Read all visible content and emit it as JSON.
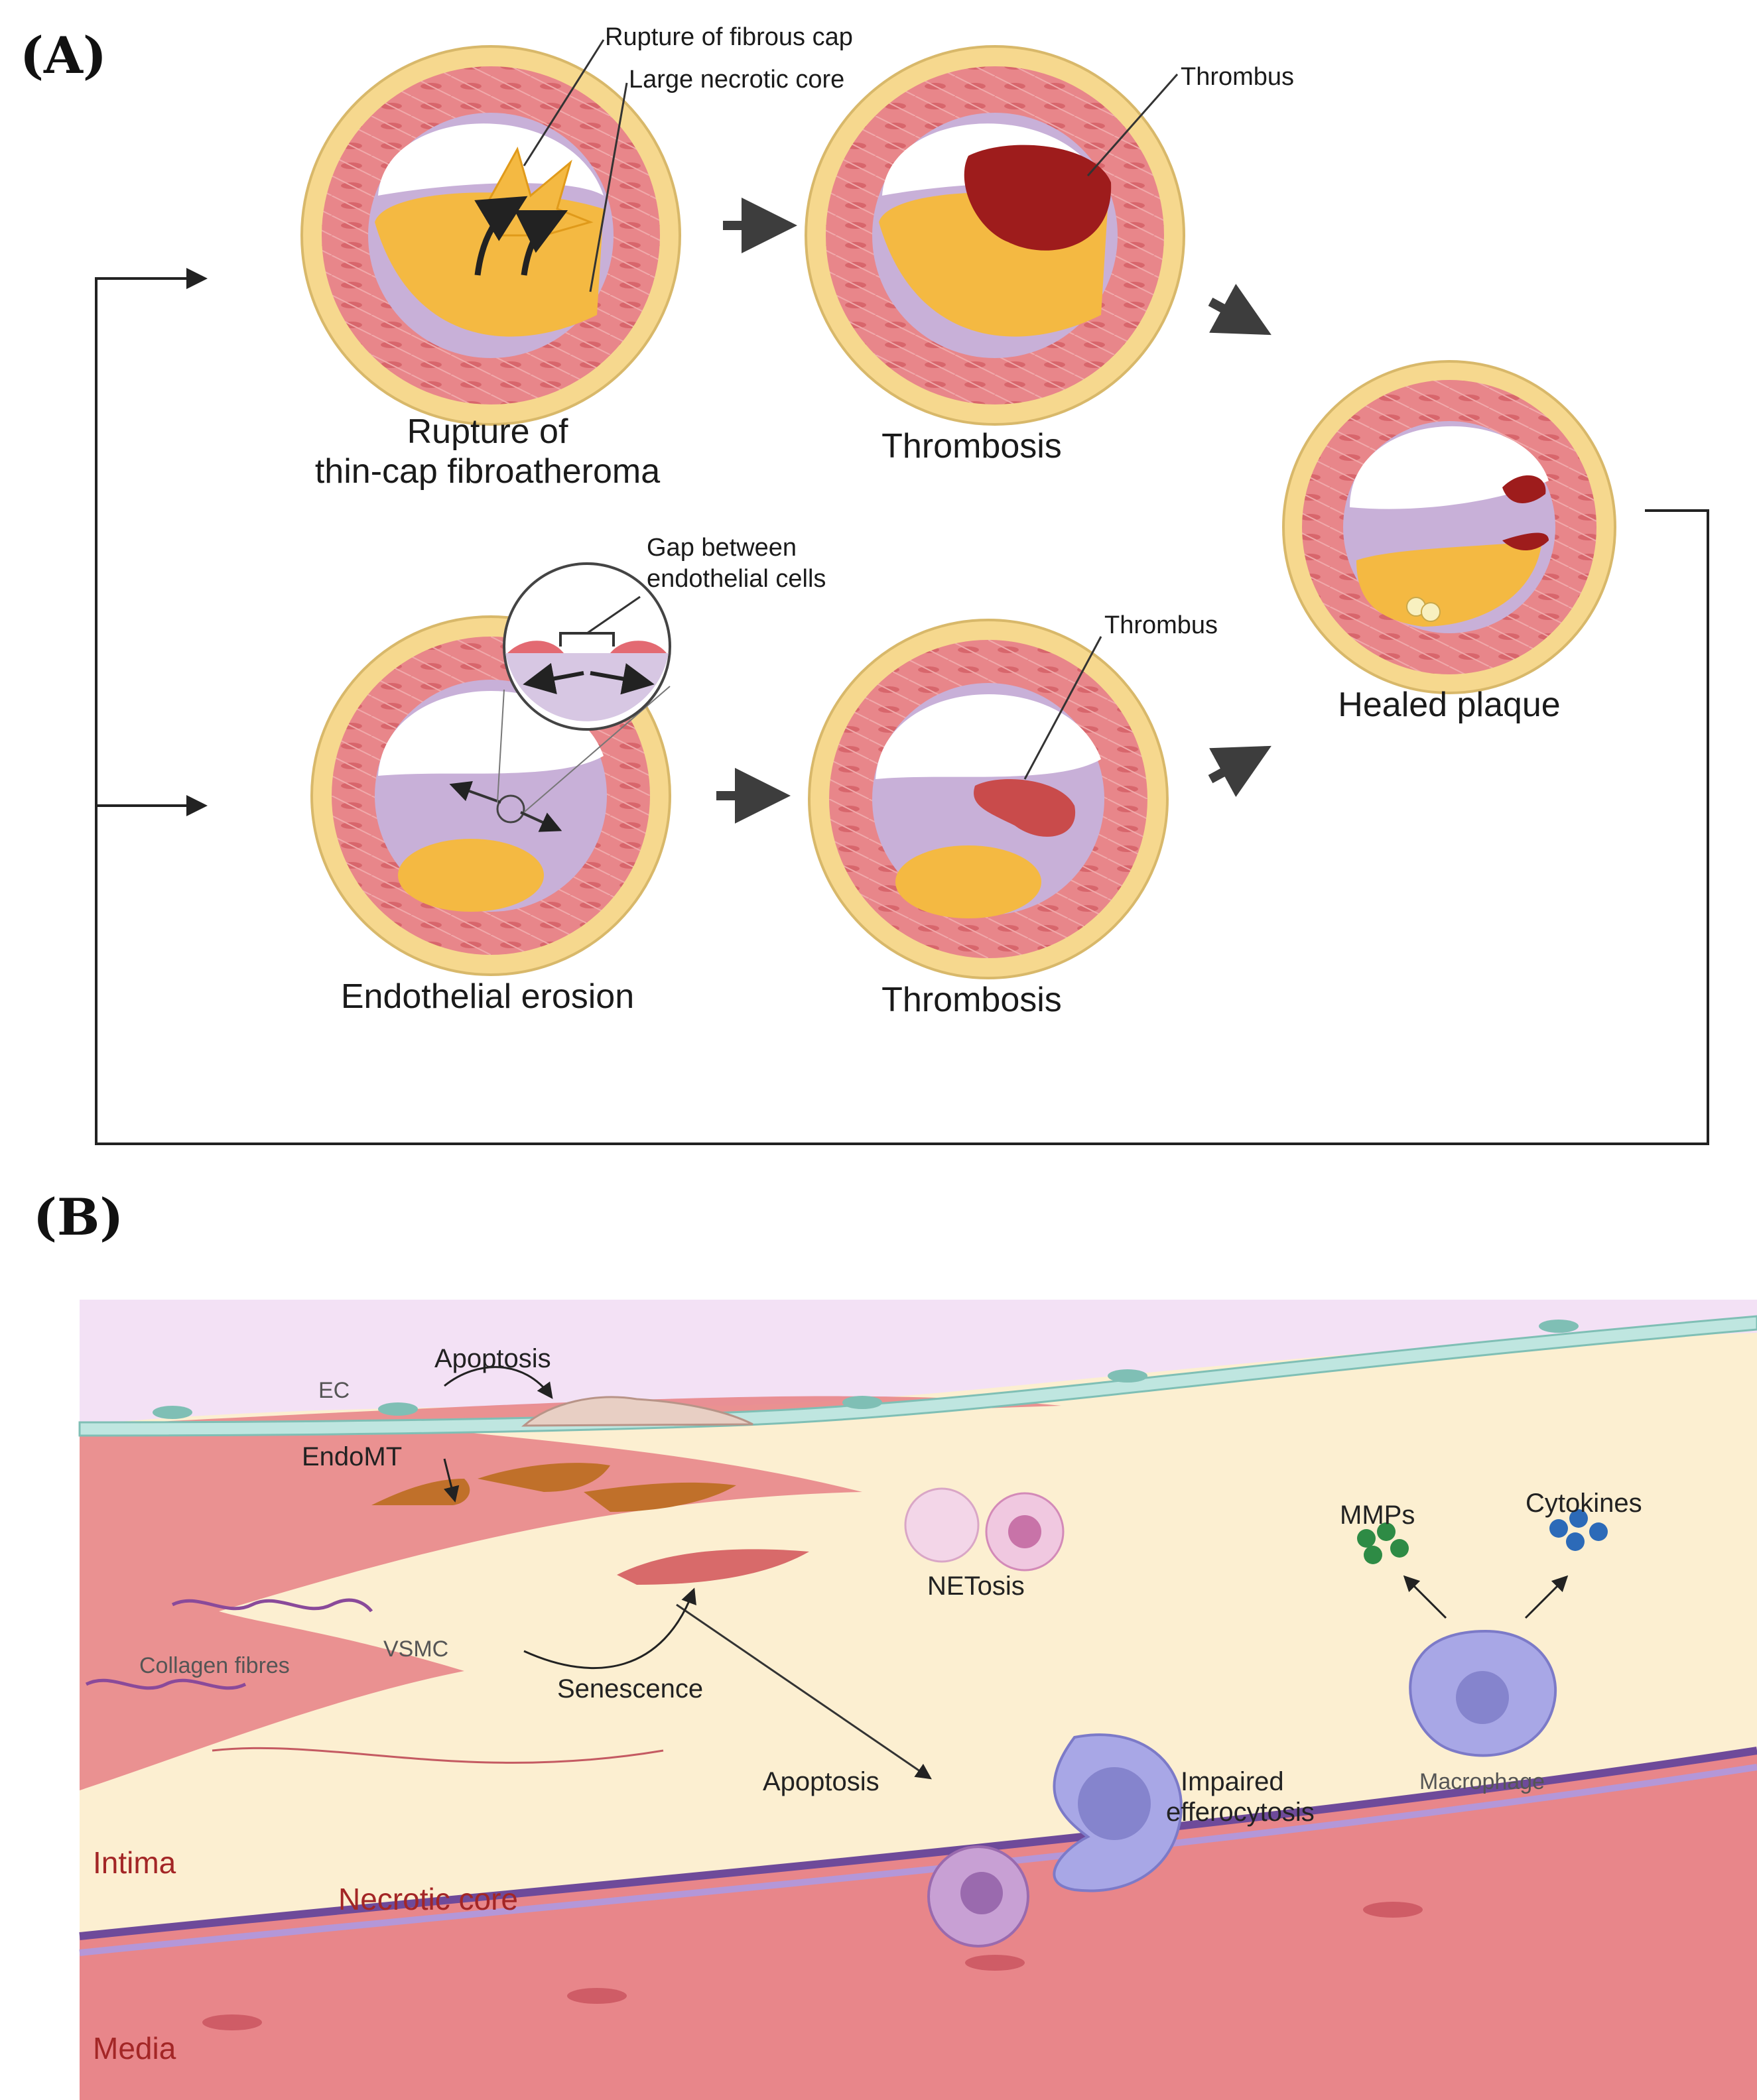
{
  "panel_a": {
    "label": "(A)",
    "rupture": {
      "caption_line1": "Rupture of",
      "caption_line2": "thin-cap fibroatheroma",
      "annotation_cap": "Rupture of fibrous cap",
      "annotation_core": "Large necrotic core"
    },
    "thrombosis_top": {
      "caption": "Thrombosis",
      "annotation": "Thrombus"
    },
    "erosion": {
      "caption": "Endothelial erosion",
      "annotation_line1": "Gap between",
      "annotation_line2": "endothelial cells"
    },
    "thrombosis_bottom": {
      "caption": "Thrombosis",
      "annotation": "Thrombus"
    },
    "healed": {
      "caption": "Healed plaque"
    }
  },
  "panel_b": {
    "label": "(B)",
    "labels": {
      "ec": "EC",
      "apoptosis_top": "Apoptosis",
      "endomt": "EndoMT",
      "collagen": "Collagen fibres",
      "vsmc": "VSMC",
      "senescence": "Senescence",
      "netosis": "NETosis",
      "mmps": "MMPs",
      "cytokines": "Cytokines",
      "apoptosis_mid": "Apoptosis",
      "impaired_line1": "Impaired",
      "impaired_line2": "efferocytosis",
      "macrophage": "Macrophage",
      "intima": "Intima",
      "necrotic_core": "Necrotic core",
      "media": "Media"
    }
  },
  "colors": {
    "adventitia": "#f6d88e",
    "media": "#e8868a",
    "intima_purple": "#c8b0d8",
    "necrotic": "#f4b942",
    "thrombus_dark": "#9e1c1c",
    "thrombus_light": "#c94b4b",
    "endothelium": "#bfe6e0",
    "core_bg": "#fcefcf"
  }
}
